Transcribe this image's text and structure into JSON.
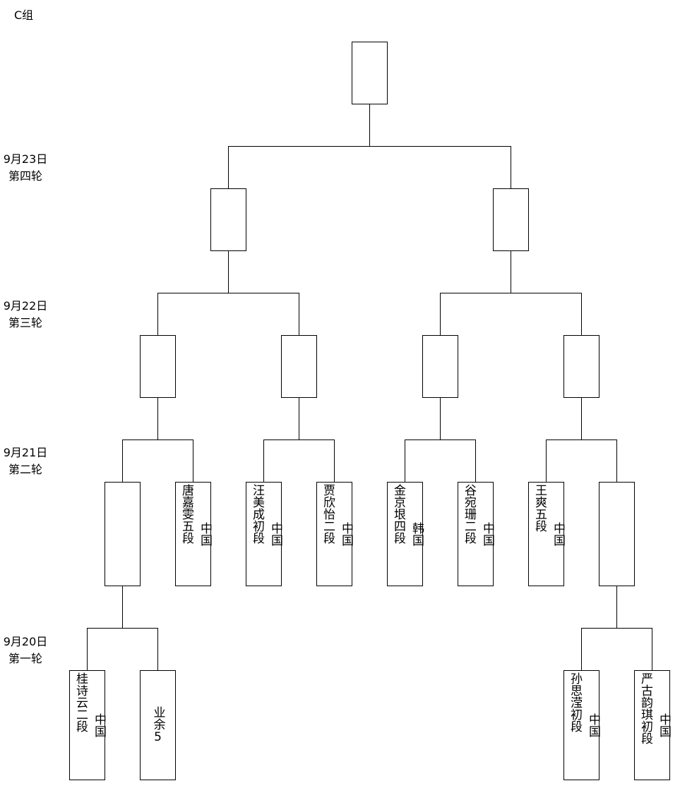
{
  "group_title": "C组",
  "rounds": [
    {
      "date": "9月23日",
      "name": "第四轮"
    },
    {
      "date": "9月22日",
      "name": "第三轮"
    },
    {
      "date": "9月21日",
      "name": "第二轮"
    },
    {
      "date": "9月20日",
      "name": "第一轮"
    }
  ],
  "round2_players": [
    {
      "name": "唐嘉雯五段",
      "country": "中国"
    },
    {
      "name": "汪美成初段",
      "country": "中国"
    },
    {
      "name": "贾欣怡二段",
      "country": "中国"
    },
    {
      "name": "金京垠四段",
      "country": "韩国"
    },
    {
      "name": "谷宛珊二段",
      "country": "中国"
    },
    {
      "name": "王爽五段",
      "country": "中国"
    }
  ],
  "round1_players": [
    {
      "name": "桂诗云二段",
      "country": "中国"
    },
    {
      "name": "业余5",
      "country": ""
    },
    {
      "name": "孙思滢初段",
      "country": "中国"
    },
    {
      "name": "严古韵琪初段",
      "country": "中国"
    }
  ]
}
